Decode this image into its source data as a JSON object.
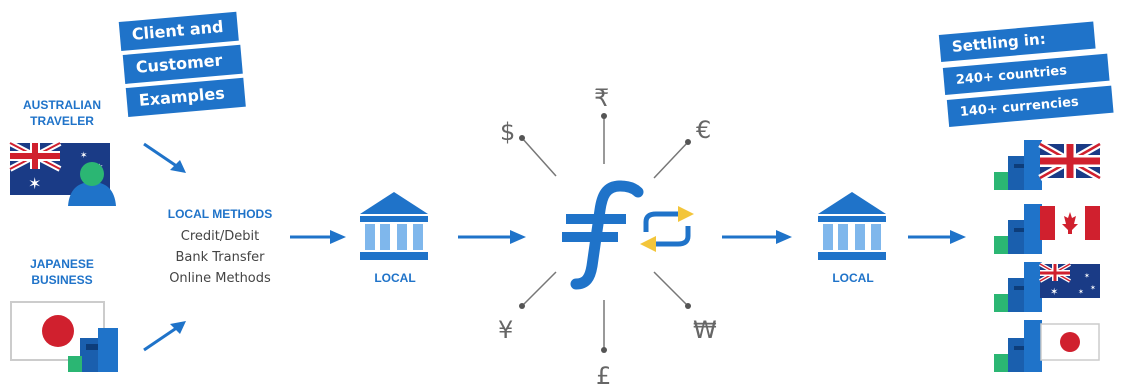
{
  "left_tag": {
    "lines": [
      "Client and",
      "Customer",
      "Examples"
    ]
  },
  "right_tag": {
    "header": "Settling in:",
    "lines": [
      "240+ countries",
      "140+ currencies"
    ]
  },
  "sources": [
    {
      "label_lines": [
        "AUSTRALIAN",
        "TRAVELER"
      ],
      "icon": "australia-flag-traveler-icon"
    },
    {
      "label_lines": [
        "JAPANESE",
        "BUSINESS"
      ],
      "icon": "japan-flag-business-icon"
    }
  ],
  "local_methods": {
    "title": "LOCAL METHODS",
    "items": [
      "Credit/Debit",
      "Bank Transfer",
      "Online Methods"
    ]
  },
  "bank_left": {
    "label": "LOCAL",
    "icon": "bank-icon"
  },
  "bank_right": {
    "label": "LOCAL",
    "icon": "bank-icon"
  },
  "hub": {
    "icon": "flywire-logo-exchange-icon",
    "currency_symbols": [
      "₹",
      "€",
      "₩",
      "£",
      "¥",
      "$"
    ]
  },
  "destinations": [
    "united-kingdom-flag-icon",
    "canada-flag-icon",
    "australia-flag-icon",
    "japan-flag-icon"
  ],
  "colors": {
    "brand_blue": "#1f73c9",
    "exchange_yellow": "#f3c53a",
    "building_green": "#2bb673",
    "grey": "#666666"
  }
}
